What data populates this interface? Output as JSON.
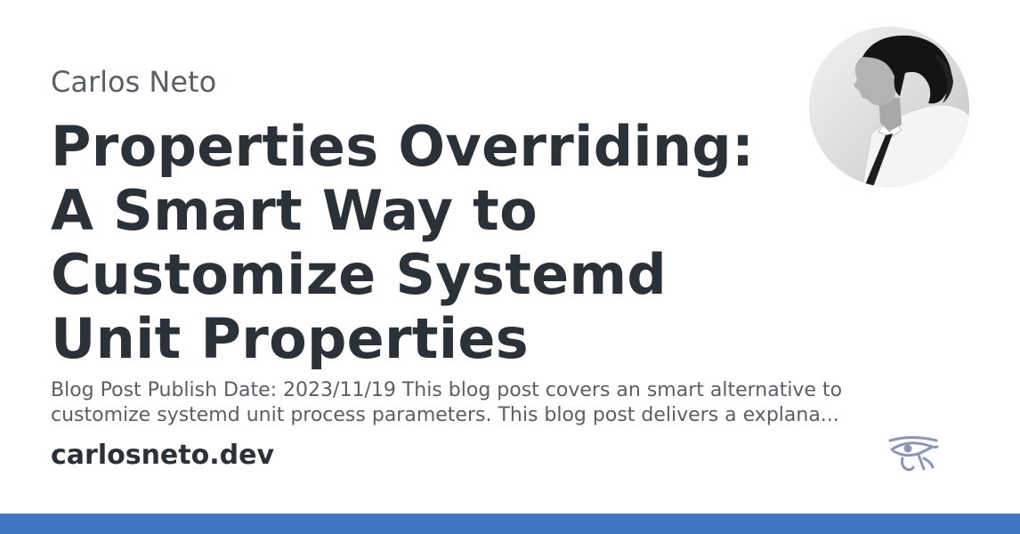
{
  "author": {
    "name": "Carlos Neto"
  },
  "article": {
    "title_lines": [
      "Properties Overriding:",
      "A Smart Way to",
      "Customize Systemd",
      "Unit Properties"
    ],
    "description_lines": [
      "Blog Post Publish Date: 2023/11/19 This blog post covers an smart alternative to",
      "customize systemd unit process parameters. This blog post delivers a explana..."
    ]
  },
  "site": {
    "domain": "carlosneto.dev"
  },
  "icons": {
    "avatar": "author-portrait",
    "logo": "eye-of-horus-icon"
  },
  "colors": {
    "heading": "#2b3139",
    "muted": "#5a5f66",
    "accent_bar": "#3f77c0",
    "logo": "#8a96b4"
  }
}
